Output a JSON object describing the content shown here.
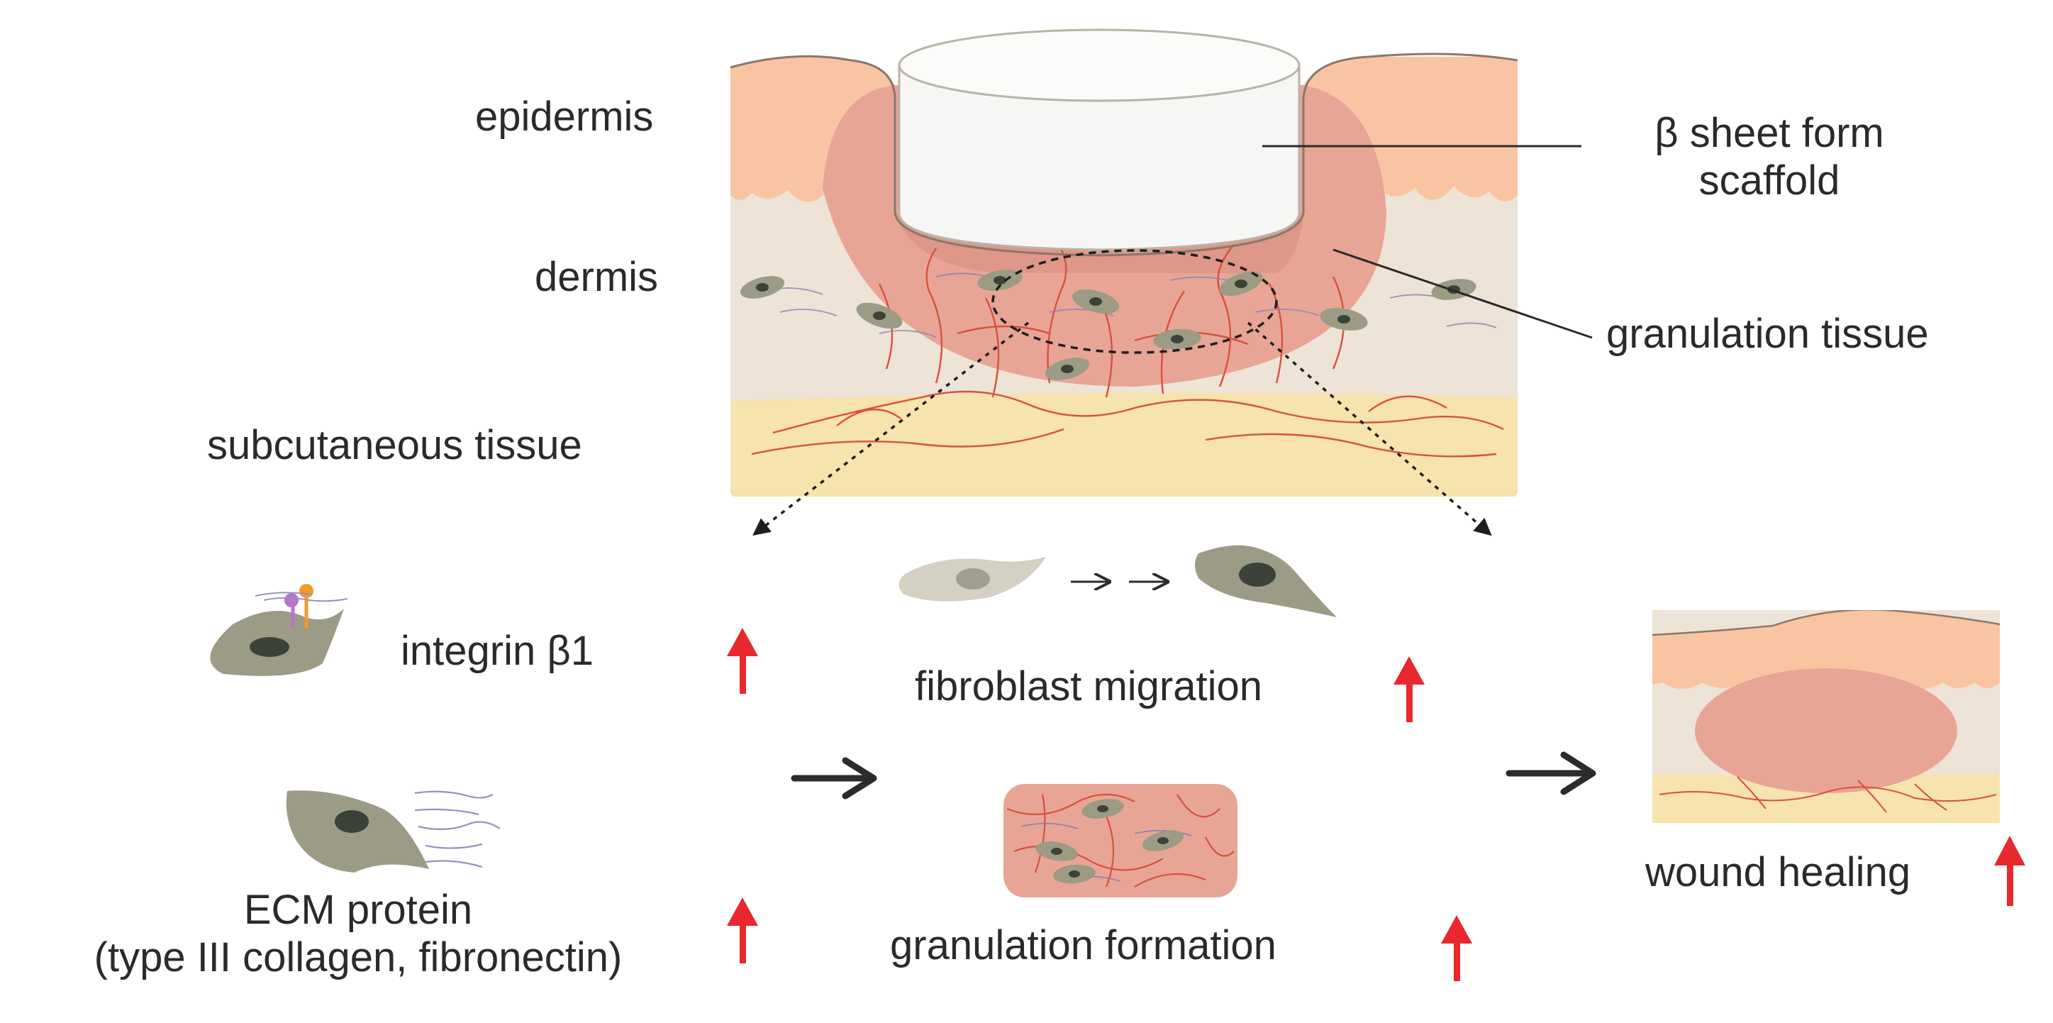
{
  "labels": {
    "epidermis": "epidermis",
    "dermis": "dermis",
    "subcutaneous": "subcutaneous tissue",
    "scaffold_line1": "β sheet form",
    "scaffold_line2": "scaffold",
    "granulation_tissue": "granulation tissue",
    "integrin": "integrin β1",
    "ecm_line1": "ECM protein",
    "ecm_line2": "(type III collagen, fibronectin)",
    "fibroblast_migration": "fibroblast migration",
    "granulation_formation": "granulation formation",
    "wound_healing": "wound healing"
  },
  "colors": {
    "epidermis": "#f9c4a2",
    "dermis": "#ede3d6",
    "subcutaneous": "#f6e3ad",
    "granulation": "#e8a595",
    "vessel": "#d9503e",
    "fibroblast": "#9c9b86",
    "nucleus": "#3d4238",
    "up_arrow": "#e8282d",
    "flow_arrow": "#2b2b2b"
  },
  "icons": [
    "red-up-arrow-icon",
    "black-right-arrow-icon",
    "dotted-arrow-icon"
  ]
}
